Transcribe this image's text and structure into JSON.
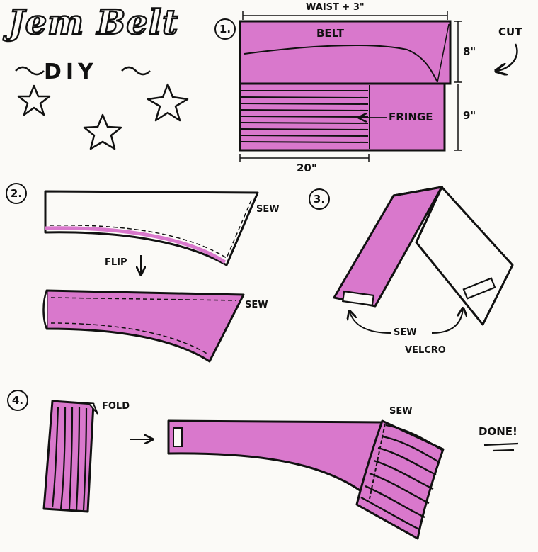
{
  "title": "Jem Belt",
  "subtitle": "DIY",
  "colors": {
    "fabric": "#d978cc",
    "fabric_light": "#e9a3df",
    "ink": "#111111",
    "paper": "#fbfaf7",
    "white_fabric": "#fbfaf7"
  },
  "step1": {
    "number": "1.",
    "width_label": "WAIST + 3\"",
    "belt_label": "BELT",
    "belt_height": "8\"",
    "fringe_label": "FRINGE",
    "fringe_height": "9\"",
    "fringe_width": "20\"",
    "cut_label": "CUT"
  },
  "step2": {
    "number": "2.",
    "sew_label_top": "SEW",
    "flip_label": "FLIP",
    "sew_label_bottom": "SEW"
  },
  "step3": {
    "number": "3.",
    "sew_velcro_line1": "SEW",
    "sew_velcro_line2": "VELCRO"
  },
  "step4": {
    "number": "4.",
    "fold_label": "FOLD",
    "sew_label": "SEW",
    "done_label": "DONE!"
  }
}
